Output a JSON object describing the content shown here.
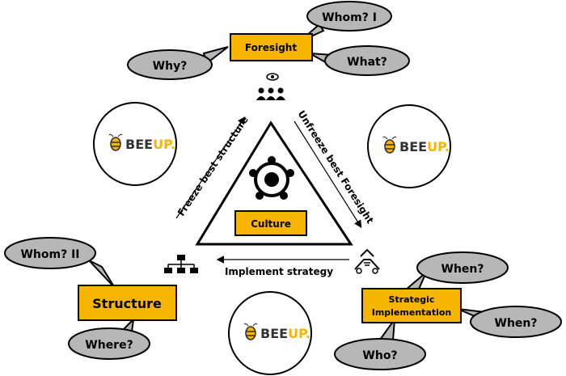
{
  "boxes": {
    "foresight": "Foresight",
    "structure": "Structure",
    "strategic_line1": "Strategic",
    "strategic_line2": "Implementation",
    "culture": "Culture"
  },
  "bubbles": {
    "whom1": "Whom? I",
    "why": "Why?",
    "what": "What?",
    "whom2": "Whom? II",
    "where": "Where?",
    "when1": "When?",
    "when2": "When?",
    "who": "Who?"
  },
  "arrows": {
    "freeze": "Freeze best structure",
    "unfreeze": "Unfreeze best Foresight",
    "implement": "Implement strategy"
  },
  "logo": {
    "part1": "BEE",
    "part2": "UP."
  },
  "colors": {
    "box_fill": "#f7b500",
    "bubble_fill": "#b7b7b7",
    "line": "#000000",
    "logo_dark": "#333333"
  }
}
